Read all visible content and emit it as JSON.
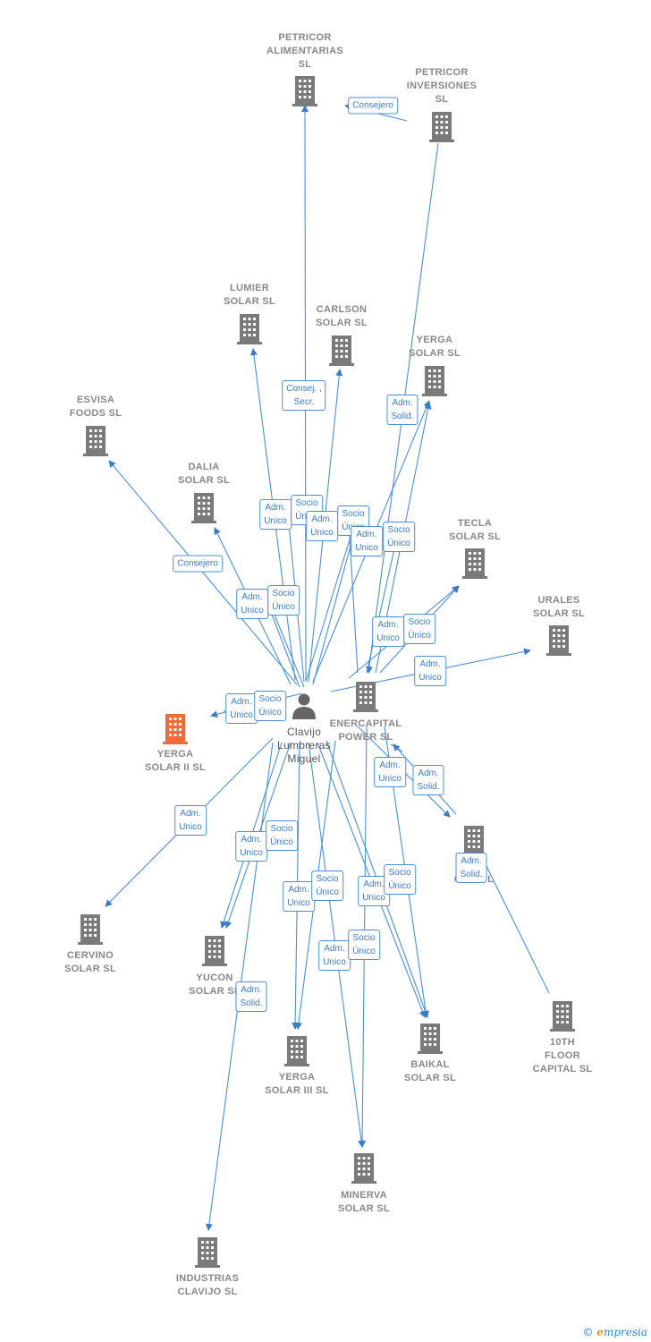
{
  "nodes": [
    {
      "id": "petricor_alimentarias",
      "label": "PETRICOR\nALIMENTARIAS\nSL"
    },
    {
      "id": "petricor_inversiones",
      "label": "PETRICOR\nINVERSIONES\nSL"
    },
    {
      "id": "lumier",
      "label": "LUMIER\nSOLAR  SL"
    },
    {
      "id": "carlson",
      "label": "CARLSON\nSOLAR  SL"
    },
    {
      "id": "yerga",
      "label": "YERGA\nSOLAR  SL"
    },
    {
      "id": "esvisa",
      "label": "ESVISA\nFOODS  SL"
    },
    {
      "id": "dalia",
      "label": "DALIA\nSOLAR  SL"
    },
    {
      "id": "tecla",
      "label": "TECLA\nSOLAR  SL"
    },
    {
      "id": "urales",
      "label": "URALES\nSOLAR  SL"
    },
    {
      "id": "enercapital",
      "label": "ENERCAPITAL\nPOWER  SL"
    },
    {
      "id": "person",
      "label": "Clavijo\nLumbreras\nMiguel"
    },
    {
      "id": "yerga2",
      "label": "YERGA\nSOLAR II  SL"
    },
    {
      "id": "cervino",
      "label": "CERVINO\nSOLAR  SL"
    },
    {
      "id": "yucon",
      "label": "YUCON\nSOLAR  SL"
    },
    {
      "id": "ca_sl",
      "label": "CA...  SL"
    },
    {
      "id": "yerga3",
      "label": "YERGA\nSOLAR III  SL"
    },
    {
      "id": "baikal",
      "label": "BAIKAL\nSOLAR  SL"
    },
    {
      "id": "tenth",
      "label": "10TH\nFLOOR\nCAPITAL  SL"
    },
    {
      "id": "minerva",
      "label": "MINERVA\nSOLAR  SL"
    },
    {
      "id": "industrias",
      "label": "INDUSTRIAS\nCLAVIJO  SL"
    }
  ],
  "edge_labels": [
    {
      "id": "e1",
      "label": "Consejero"
    },
    {
      "id": "e2",
      "label": "Consej. ,\nSecr."
    },
    {
      "id": "e3",
      "label": "Adm.\nSolid."
    },
    {
      "id": "e4",
      "label": "Adm.\nUnico"
    },
    {
      "id": "e5",
      "label": "Socio\nÚnico"
    },
    {
      "id": "e6",
      "label": "Adm.\nUnico"
    },
    {
      "id": "e7",
      "label": "Socio\nÚnico"
    },
    {
      "id": "e8",
      "label": "Adm.\nUnico"
    },
    {
      "id": "e9",
      "label": "Socio\nÚnico"
    },
    {
      "id": "e10",
      "label": "Consejero"
    },
    {
      "id": "e11",
      "label": "Adm.\nUnico"
    },
    {
      "id": "e12",
      "label": "Socio\nÚnico"
    },
    {
      "id": "e13",
      "label": "Adm.\nUnico"
    },
    {
      "id": "e14",
      "label": "Socio\nÚnico"
    },
    {
      "id": "e15",
      "label": "Adm.\nUnico"
    },
    {
      "id": "e16",
      "label": "Adm.\nUnico"
    },
    {
      "id": "e17",
      "label": "Socio\nÚnico"
    },
    {
      "id": "e18",
      "label": "Adm.\nUnico"
    },
    {
      "id": "e19",
      "label": "Adm.\nSolid."
    },
    {
      "id": "e20",
      "label": "Adm.\nUnico"
    },
    {
      "id": "e21",
      "label": "Adm.\nUnico"
    },
    {
      "id": "e22",
      "label": "Socio\nÚnico"
    },
    {
      "id": "e23",
      "label": "Adm.\nSolid."
    },
    {
      "id": "e24",
      "label": "Adm.\nUnico"
    },
    {
      "id": "e25",
      "label": "Socio\nÚnico"
    },
    {
      "id": "e26",
      "label": "Adm.\nUnico"
    },
    {
      "id": "e27",
      "label": "Socio\nÚnico"
    },
    {
      "id": "e28",
      "label": "Adm.\nUnico"
    },
    {
      "id": "e29",
      "label": "Socio\nÚnico"
    },
    {
      "id": "e30",
      "label": "Adm.\nSolid."
    }
  ],
  "colors": {
    "edge": "#4a8fd8",
    "building": "#7a7a7a",
    "highlight": "#f06a3a",
    "person": "#666666"
  },
  "brand": {
    "symbol": "©",
    "initial": "e",
    "rest": "mpresia"
  }
}
